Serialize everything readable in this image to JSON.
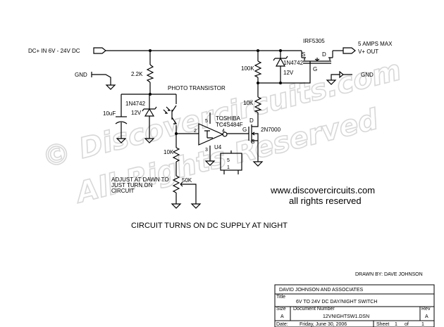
{
  "nets": {
    "input": "DC+ IN 6V - 24V DC",
    "gnd_left": "GND",
    "output_line1": "5 AMPS MAX",
    "output_line2": "V+ OUT",
    "gnd_right": "GND"
  },
  "components": {
    "r1": "2.2K",
    "r2": "10K",
    "r3": "100K",
    "r4": "10K",
    "c1": "10uF",
    "d1_part": "1N4742",
    "d1_value": "12V",
    "d2_part": "1N4742",
    "d2_value": "12V",
    "phototransistor": "PHOTO TRANSISTOR",
    "ic_brand": "TOSHIBA",
    "ic_part": "TC4S484F",
    "ic_ref": "U4",
    "ic_pin_in": "2",
    "ic_pin_out": "4",
    "ic_pin_vcc": "5",
    "ic_pin_gnd": "3",
    "pkg_pin5": "5",
    "pkg_pin1": "1",
    "mosfet_p": "IRF5305",
    "mosfet_n": "2N7000",
    "pin_s": "S",
    "pin_d": "D",
    "pin_g": "G",
    "pot": "50K",
    "adjust_line1": "ADJUST AT DAWN TO",
    "adjust_line2": "JUST TURN ON",
    "adjust_line3": "CIRCUIT"
  },
  "website": "www.discovercircuits.com",
  "rights": "all rights reserved",
  "caption": "CIRCUIT TURNS ON DC SUPPLY AT NIGHT",
  "watermark_line1": "© Discovercircuits.com",
  "watermark_line2": "All Rights Reserved",
  "drawn_by": "DRAWN BY:  DAVE JOHNSON",
  "title_block": {
    "company": "DAVID JOHNSON AND ASSOCIATES",
    "title_label": "Title",
    "title": "6V TO 24V DC DAY/NIGHT SWITCH",
    "size_label": "Size",
    "size": "A",
    "docnum_label": "Document Number",
    "docnum": "12VNIGHTSW1.DSN",
    "rev_label": "Rev",
    "rev": "A",
    "date_label": "Date:",
    "date": "Friday, June 30, 2006",
    "sheet_label": "Sheet",
    "sheet": "1",
    "of_label": "of",
    "sheets": "1"
  }
}
